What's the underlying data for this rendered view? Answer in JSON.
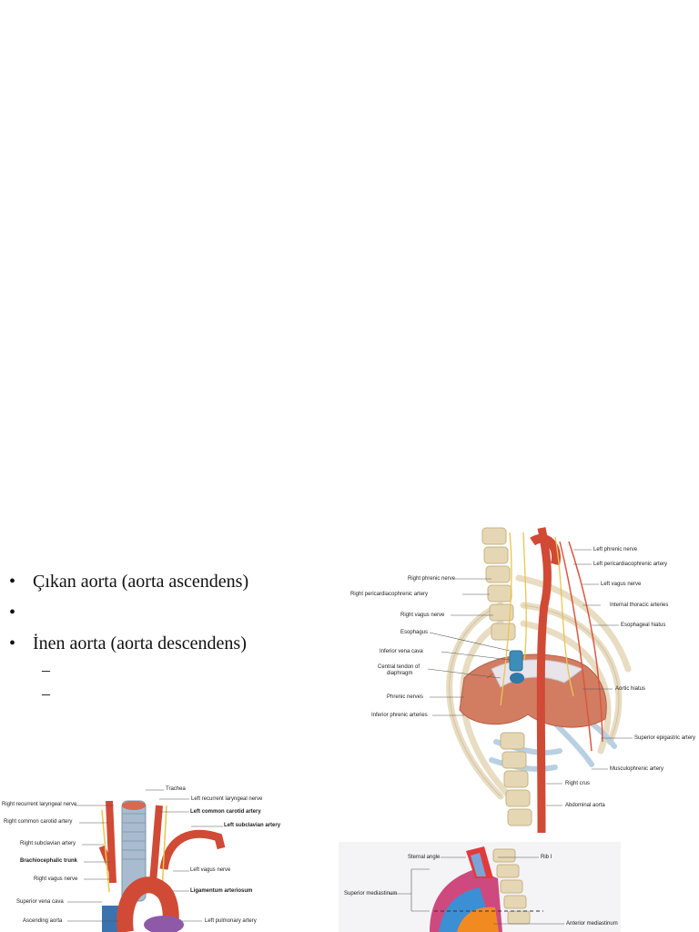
{
  "bullets": {
    "item1": "Çıkan aorta (aorta ascendens)",
    "item2": "",
    "item3": "İnen aorta (aorta descendens)",
    "sub1": "–",
    "sub2": "–"
  },
  "fig_diaphragm": {
    "labels": {
      "left_phrenic_nerve": "Left phrenic nerve",
      "left_pericardiacophrenic_artery": "Left pericardiacophrenic artery",
      "right_phrenic_nerve": "Right phrenic nerve",
      "left_vagus_nerve": "Left vagus nerve",
      "right_pericardiacophrenic_artery": "Right pericardiacophrenic artery",
      "internal_thoracic_arteries": "Internal thoracic arteries",
      "right_vagus_nerve": "Right vagus nerve",
      "esophageal_hiatus": "Esophageal hiatus",
      "esophagus": "Esophagus",
      "inferior_vena_cava": "Inferior vena cava",
      "central_tendon_1": "Central tendon of",
      "central_tendon_2": "diaphragm",
      "aortic_hiatus": "Aortic hiatus",
      "phrenic_nerves": "Phrenic nerves",
      "inferior_phrenic_arteries": "Inferior phrenic arteries",
      "superior_epigastric_artery": "Superior epigastric artery",
      "musculophrenic_artery": "Musculophrenic artery",
      "right_crus": "Right crus",
      "abdominal_aorta": "Abdominal aorta"
    }
  },
  "fig_aorta": {
    "labels": {
      "trachea": "Trachea",
      "right_recurrent_laryngeal_nerve": "Right recurrent laryngeal nerve",
      "left_recurrent_laryngeal_nerve": "Left recurrent laryngeal nerve",
      "right_common_carotid_artery": "Right common carotid artery",
      "left_common_carotid_artery": "Left common carotid artery",
      "left_subclavian_artery": "Left subclavian artery",
      "right_subclavian_artery": "Right subclavian artery",
      "brachiocephalic_trunk": "Brachiocephalic trunk",
      "left_vagus_nerve": "Left vagus nerve",
      "right_vagus_nerve": "Right vagus nerve",
      "ligamentum_arteriosum": "Ligamentum arteriosum",
      "superior_vena_cava": "Superior vena cava",
      "ascending_aorta": "Ascending aorta",
      "left_pulmonary_artery": "Left pulmonary artery"
    }
  },
  "fig_mediastinum": {
    "labels": {
      "sternal_angle": "Sternal angle",
      "rib_i": "Rib I",
      "superior_mediastinum": "Superior mediastinum",
      "anterior_mediastinum": "Anterior mediastinum"
    }
  }
}
